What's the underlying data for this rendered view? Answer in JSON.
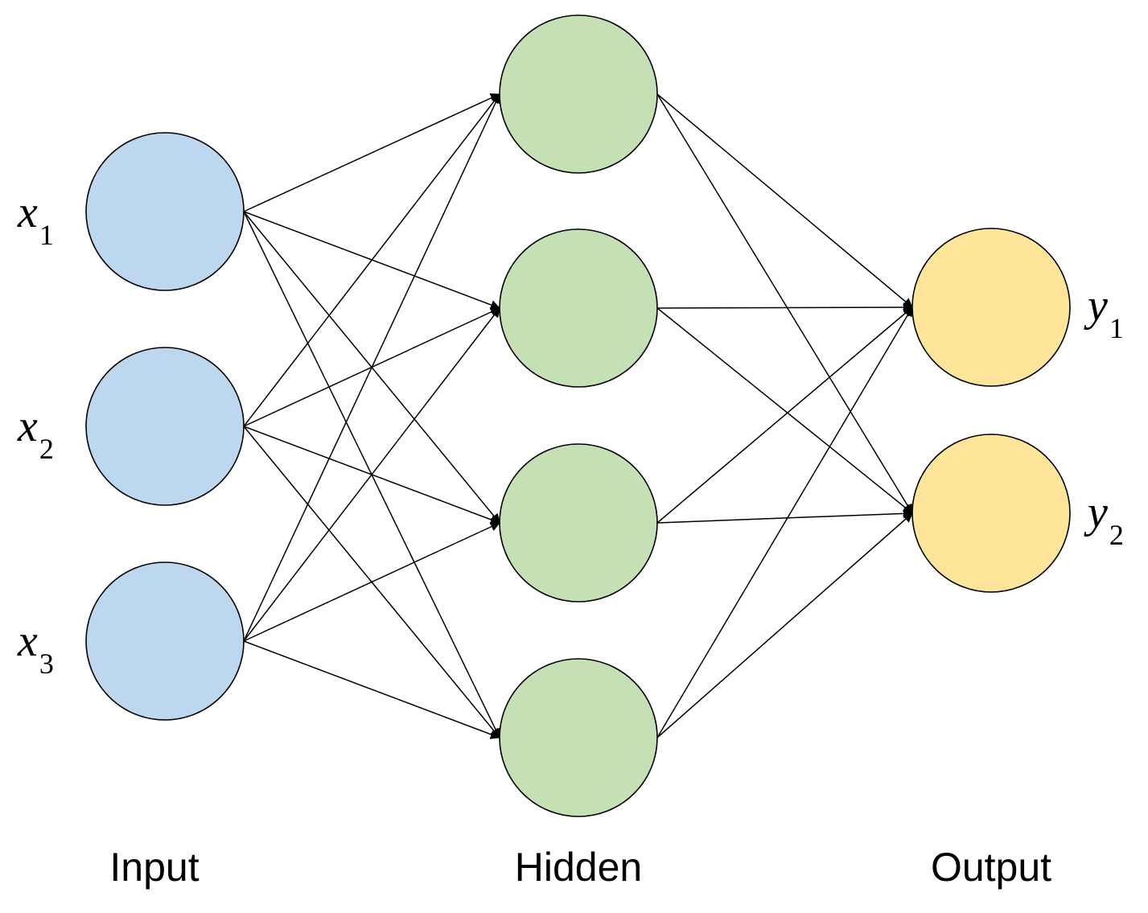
{
  "diagram": {
    "layers": [
      {
        "label": "Input",
        "color": "#bdd7ee",
        "nodes": [
          {
            "var": "x",
            "sub": "1"
          },
          {
            "var": "x",
            "sub": "2"
          },
          {
            "var": "x",
            "sub": "3"
          }
        ]
      },
      {
        "label": "Hidden",
        "color": "#c5e0b4",
        "nodes": [
          {},
          {},
          {},
          {}
        ]
      },
      {
        "label": "Output",
        "color": "#fee599",
        "nodes": [
          {
            "var": "y",
            "sub": "1"
          },
          {
            "var": "y",
            "sub": "2"
          }
        ]
      }
    ],
    "connectivity": "fully-connected",
    "edge_color": "#000000"
  }
}
